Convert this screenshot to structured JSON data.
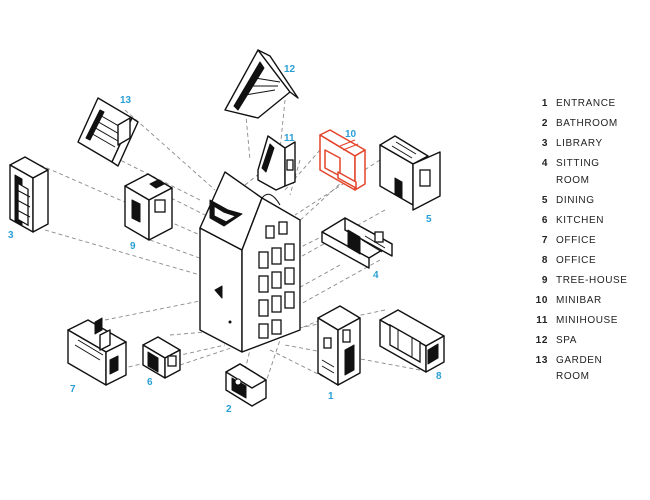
{
  "legend": [
    {
      "num": "1",
      "label": "Entrance"
    },
    {
      "num": "2",
      "label": "Bathroom"
    },
    {
      "num": "3",
      "label": "Library"
    },
    {
      "num": "4",
      "label": "Sitting room"
    },
    {
      "num": "5",
      "label": "Dining"
    },
    {
      "num": "6",
      "label": "Kitchen"
    },
    {
      "num": "7",
      "label": "Office"
    },
    {
      "num": "8",
      "label": "Office"
    },
    {
      "num": "9",
      "label": "Tree-house"
    },
    {
      "num": "10",
      "label": "Minibar"
    },
    {
      "num": "11",
      "label": "Minihouse"
    },
    {
      "num": "12",
      "label": "Spa"
    },
    {
      "num": "13",
      "label": "Garden room"
    }
  ],
  "callouts": {
    "c1": "1",
    "c2": "2",
    "c3": "3",
    "c4": "4",
    "c5": "5",
    "c6": "6",
    "c7": "7",
    "c8": "8",
    "c9": "9",
    "c10": "10",
    "c11": "11",
    "c12": "12",
    "c13": "13"
  },
  "colors": {
    "line": "#111111",
    "highlight": "#e4442a",
    "callout": "#2a9fd6",
    "guide": "#8a8a8a"
  }
}
